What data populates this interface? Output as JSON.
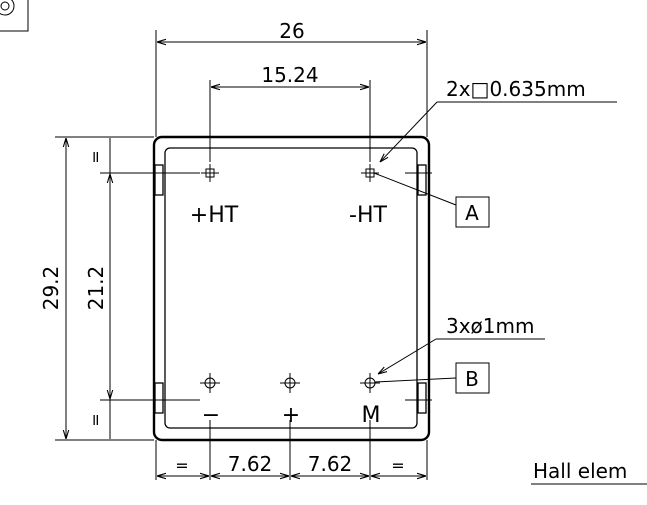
{
  "dimensions": {
    "width_overall": "26",
    "pin_spacing_top": "15.24",
    "height_overall": "29.2",
    "height_inner": "21.2",
    "pin_spacing_left": "7.62",
    "pin_spacing_right": "7.62",
    "equal_mark": "="
  },
  "callouts": {
    "square_pins": "2x□0.635mm",
    "round_pins": "3xø1mm",
    "tag_a": "A",
    "tag_b": "B"
  },
  "pins": {
    "plus_ht": "+HT",
    "minus_ht": "-HT",
    "minus": "−",
    "plus": "+",
    "m": "M"
  },
  "footer": {
    "title": "Hall elem"
  }
}
